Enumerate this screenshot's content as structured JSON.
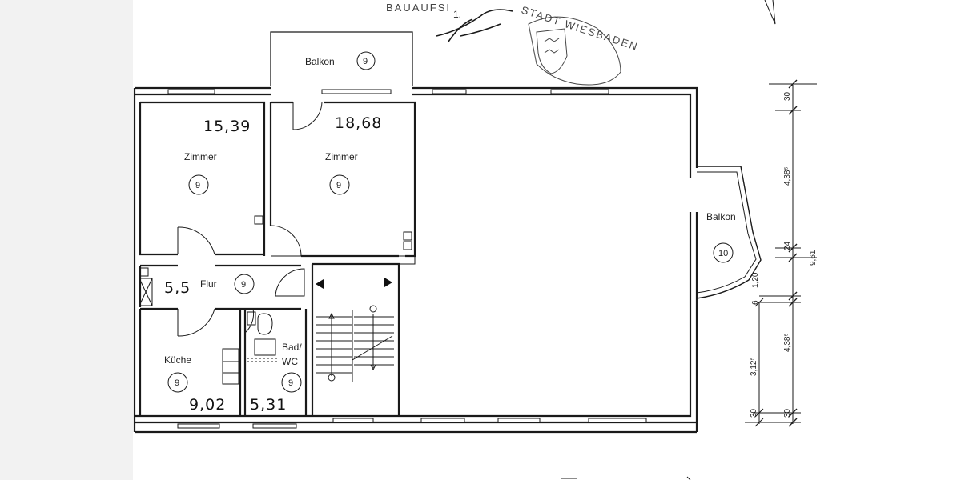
{
  "stamp": {
    "text_left": "BAUAUFSI",
    "text_right": "STADT WIESBADEN",
    "number": "1."
  },
  "rooms": {
    "balcony_top": {
      "label": "Balkon",
      "unit": "9"
    },
    "room_left": {
      "label": "Zimmer",
      "unit": "9",
      "area": "15,39"
    },
    "room_mid": {
      "label": "Zimmer",
      "unit": "9",
      "area": "18,68"
    },
    "hall": {
      "label": "Flur",
      "unit": "9",
      "area": "5,5"
    },
    "kitchen": {
      "label": "Küche",
      "unit": "9",
      "area": "9,02"
    },
    "bath": {
      "label": "Bad/\nWC",
      "label_line1": "Bad/",
      "label_line2": "WC",
      "unit": "9",
      "area": "5,31"
    },
    "balcony_right": {
      "label": "Balkon",
      "unit": "10"
    }
  },
  "dimensions": {
    "outer": [
      "30",
      "4,38⁵",
      "24",
      "1,20",
      "6",
      "4,38⁵",
      "30"
    ],
    "inner": [
      "3,12⁵",
      "30"
    ],
    "total": "9,61"
  }
}
